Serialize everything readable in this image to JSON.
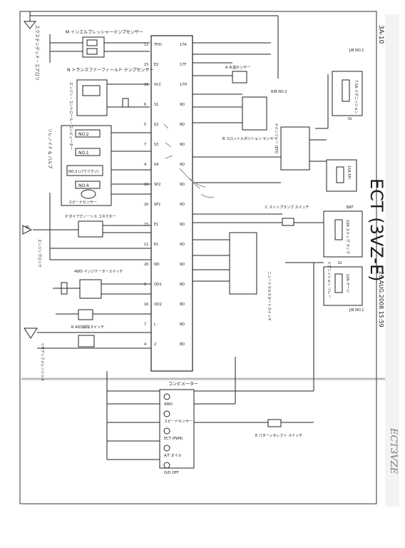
{
  "header": {
    "page_code": "3A-10",
    "title_vertical": "ECT (3VZ-E)",
    "date_stamp": "26.AUG.2008 15:59",
    "handwritten": "ECT3VZE"
  },
  "top_left": {
    "ground_label": "エクステンデッド・エアロリ",
    "engine_sensor": "M  インエルブレッシャーテンプセンサー",
    "transfer_sensor": "N  トランスファーフィールド テンプセンサー"
  },
  "left_components": {
    "ecu_box": "エンジン・コントロール・コンピューター",
    "solenoid_block": "ソレノイド & バルブ",
    "no2": "NO.2",
    "no1": "NO.1",
    "no3": "NO.3 (パワフクソ)",
    "no4": "NO.4",
    "speed_sensor": "スピードセンサー",
    "diagnostic": "P  ダイアグノーシス コネクター",
    "engine_block": "エンジンブロック",
    "bj_label": "BJ",
    "four_wd_switch": "4WD インジケータースイッチ",
    "add_switch": "R  ADD解除スイッチ",
    "transfer_ground": "リヤディファレンシャル",
    "neutral_start": "ニュートラルスタートスイッチ"
  },
  "ecu_pins": [
    {
      "name": "THO",
      "pin": "11",
      "bus": "17A"
    },
    {
      "name": "E2",
      "pin": "15",
      "bus": "17F"
    },
    {
      "name": "VCC",
      "pin": "21",
      "bus": "17H"
    },
    {
      "name": "S1",
      "pin": "6",
      "bus": "9D"
    },
    {
      "name": "S2",
      "pin": "5",
      "bus": "8D"
    },
    {
      "name": "S3",
      "pin": "7",
      "bus": "9D"
    },
    {
      "name": "S4",
      "pin": "4",
      "bus": "9D"
    },
    {
      "name": "SP2",
      "pin": "16",
      "bus": "9D"
    },
    {
      "name": "SP1",
      "pin": "20",
      "bus": "9D"
    },
    {
      "name": "E1",
      "pin": "15",
      "bus": "9D"
    },
    {
      "name": "E1",
      "pin": "11",
      "bus": "9D"
    },
    {
      "name": "ND",
      "pin": "20",
      "bus": "9D"
    },
    {
      "name": "OD1",
      "pin": "6",
      "bus": "8D"
    },
    {
      "name": "OD2",
      "pin": "16",
      "bus": "8D"
    },
    {
      "name": "L",
      "pin": "7",
      "bus": "8D"
    },
    {
      "name": "2",
      "pin": "4",
      "bus": "8D"
    }
  ],
  "right_components": {
    "water_temp": "A  水温センサー",
    "throttle_sensor": "B  スロットルポジション センサー",
    "rb_no2": "R/B NO.2",
    "main_relay": "メインリレー (EFI)",
    "efi_fuse": "15A EFI",
    "jb1_label": "J/B NO.1",
    "ig_fuse": "7.5A イグニッション",
    "stop_switch": "C  ストップランプ スイッチ",
    "stop_fuse": "10A ストップ ランプ",
    "ig_relay": "イグニッション リレー",
    "gauge_fuse": "10A ゲージ",
    "jb1_label_lower": "J/B NO.1",
    "ig_label": "IG",
    "bat_label": "BAT",
    "combination_meter": "コンビメーター",
    "indicators": [
      "4WD",
      "スピードセンサー",
      "ECT (PWR)",
      "A/T オイル",
      "O/D OFF"
    ],
    "pattern_select": "E  パターンセレクト スイッチ"
  },
  "wire_colors": {
    "wire": "#2a2a2a",
    "paper": "#ffffff",
    "ink": "#1a1a1a",
    "pencil": "#8a8a8a",
    "fold_shadow": "#bdbdbd"
  }
}
